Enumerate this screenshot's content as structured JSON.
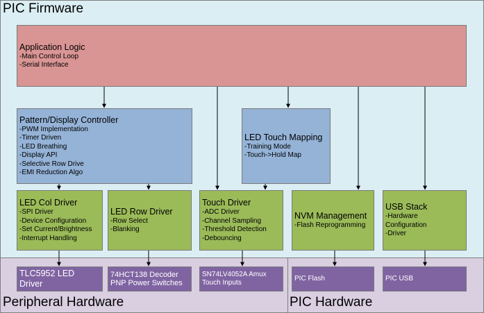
{
  "regions": {
    "firmware": "PIC Firmware",
    "peripheral": "Peripheral Hardware",
    "pic_hw": "PIC Hardware"
  },
  "app": {
    "title": "Application Logic",
    "lines": [
      "-Main Control Loop",
      "-Serial Interface"
    ]
  },
  "pattern": {
    "title": "Pattern/Display Controller",
    "lines": [
      "-PWM Implementation",
      "-Timer Driven",
      "-LED Breathing",
      "-Display API",
      "-Selective Row Drive",
      "-EMI Reduction Algo"
    ]
  },
  "touchmap": {
    "title": "LED Touch Mapping",
    "lines": [
      "-Training Mode",
      "-Touch->Hold Map"
    ]
  },
  "ledcol": {
    "title": "LED Col Driver",
    "lines": [
      "-SPI Driver",
      "-Device Configuration",
      "-Set Current/Brightness",
      "-Interrupt Handling"
    ]
  },
  "ledrow": {
    "title": "LED Row Driver",
    "lines": [
      "-Row Select",
      "-Blanking"
    ]
  },
  "touch": {
    "title": "Touch Driver",
    "lines": [
      "-ADC Driver",
      "-Channel Sampling",
      "-Threshold Detection",
      "-Debouncing"
    ]
  },
  "nvm": {
    "title": "NVM Management",
    "lines": [
      "-Flash Reprogramming"
    ]
  },
  "usb": {
    "title": "USB Stack",
    "lines": [
      "-Hardware",
      "Configuration",
      "-Driver"
    ]
  },
  "hw": {
    "tlc": [
      "TLC5952 LED",
      "Driver"
    ],
    "hct": [
      "74HCT138 Decoder",
      "PNP Power Switches"
    ],
    "sn": [
      "SN74LV4052A Amux",
      "Touch Inputs"
    ],
    "flash": "PIC Flash",
    "picusb": "PIC USB"
  }
}
